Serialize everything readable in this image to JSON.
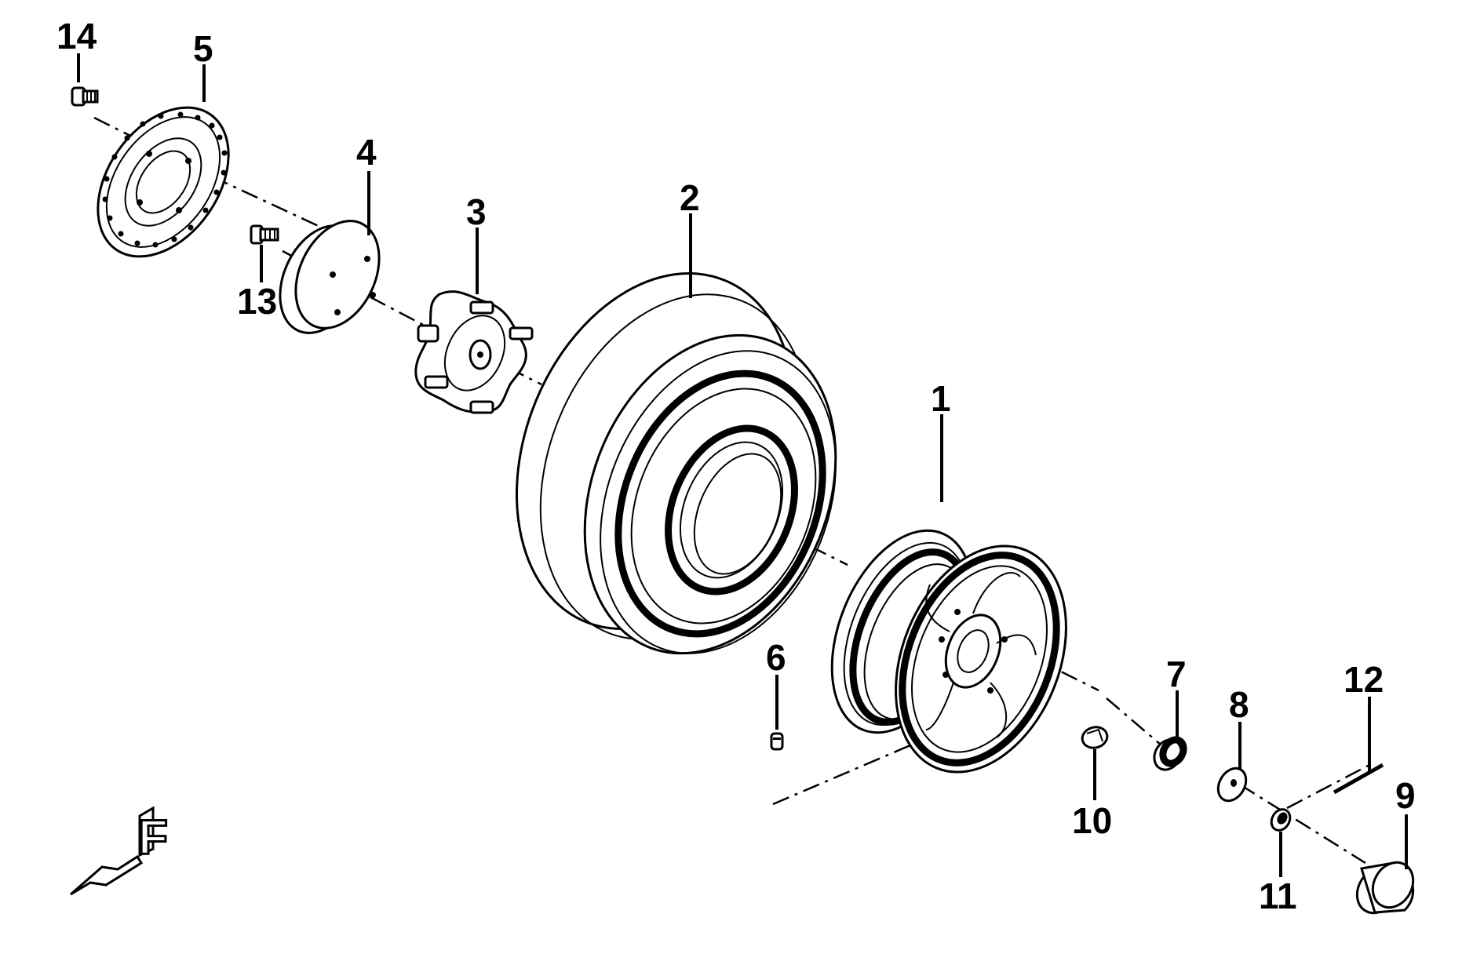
{
  "diagram": {
    "parts": [
      {
        "id": "1",
        "label": "1",
        "part": "rim"
      },
      {
        "id": "2",
        "label": "2",
        "part": "tire"
      },
      {
        "id": "3",
        "label": "3",
        "part": "hub"
      },
      {
        "id": "4",
        "label": "4",
        "part": "spacer"
      },
      {
        "id": "5",
        "label": "5",
        "part": "brake-disc"
      },
      {
        "id": "6",
        "label": "6",
        "part": "valve"
      },
      {
        "id": "7",
        "label": "7",
        "part": "collar"
      },
      {
        "id": "8",
        "label": "8",
        "part": "washer"
      },
      {
        "id": "9",
        "label": "9",
        "part": "cap"
      },
      {
        "id": "10",
        "label": "10",
        "part": "nut"
      },
      {
        "id": "11",
        "label": "11",
        "part": "castle-nut"
      },
      {
        "id": "12",
        "label": "12",
        "part": "cotter-pin"
      },
      {
        "id": "13",
        "label": "13",
        "part": "stud-bolt"
      },
      {
        "id": "14",
        "label": "14",
        "part": "disc-bolt"
      }
    ],
    "front_indicator": {
      "letter": "F",
      "icon": "front-direction-arrow-icon"
    }
  }
}
